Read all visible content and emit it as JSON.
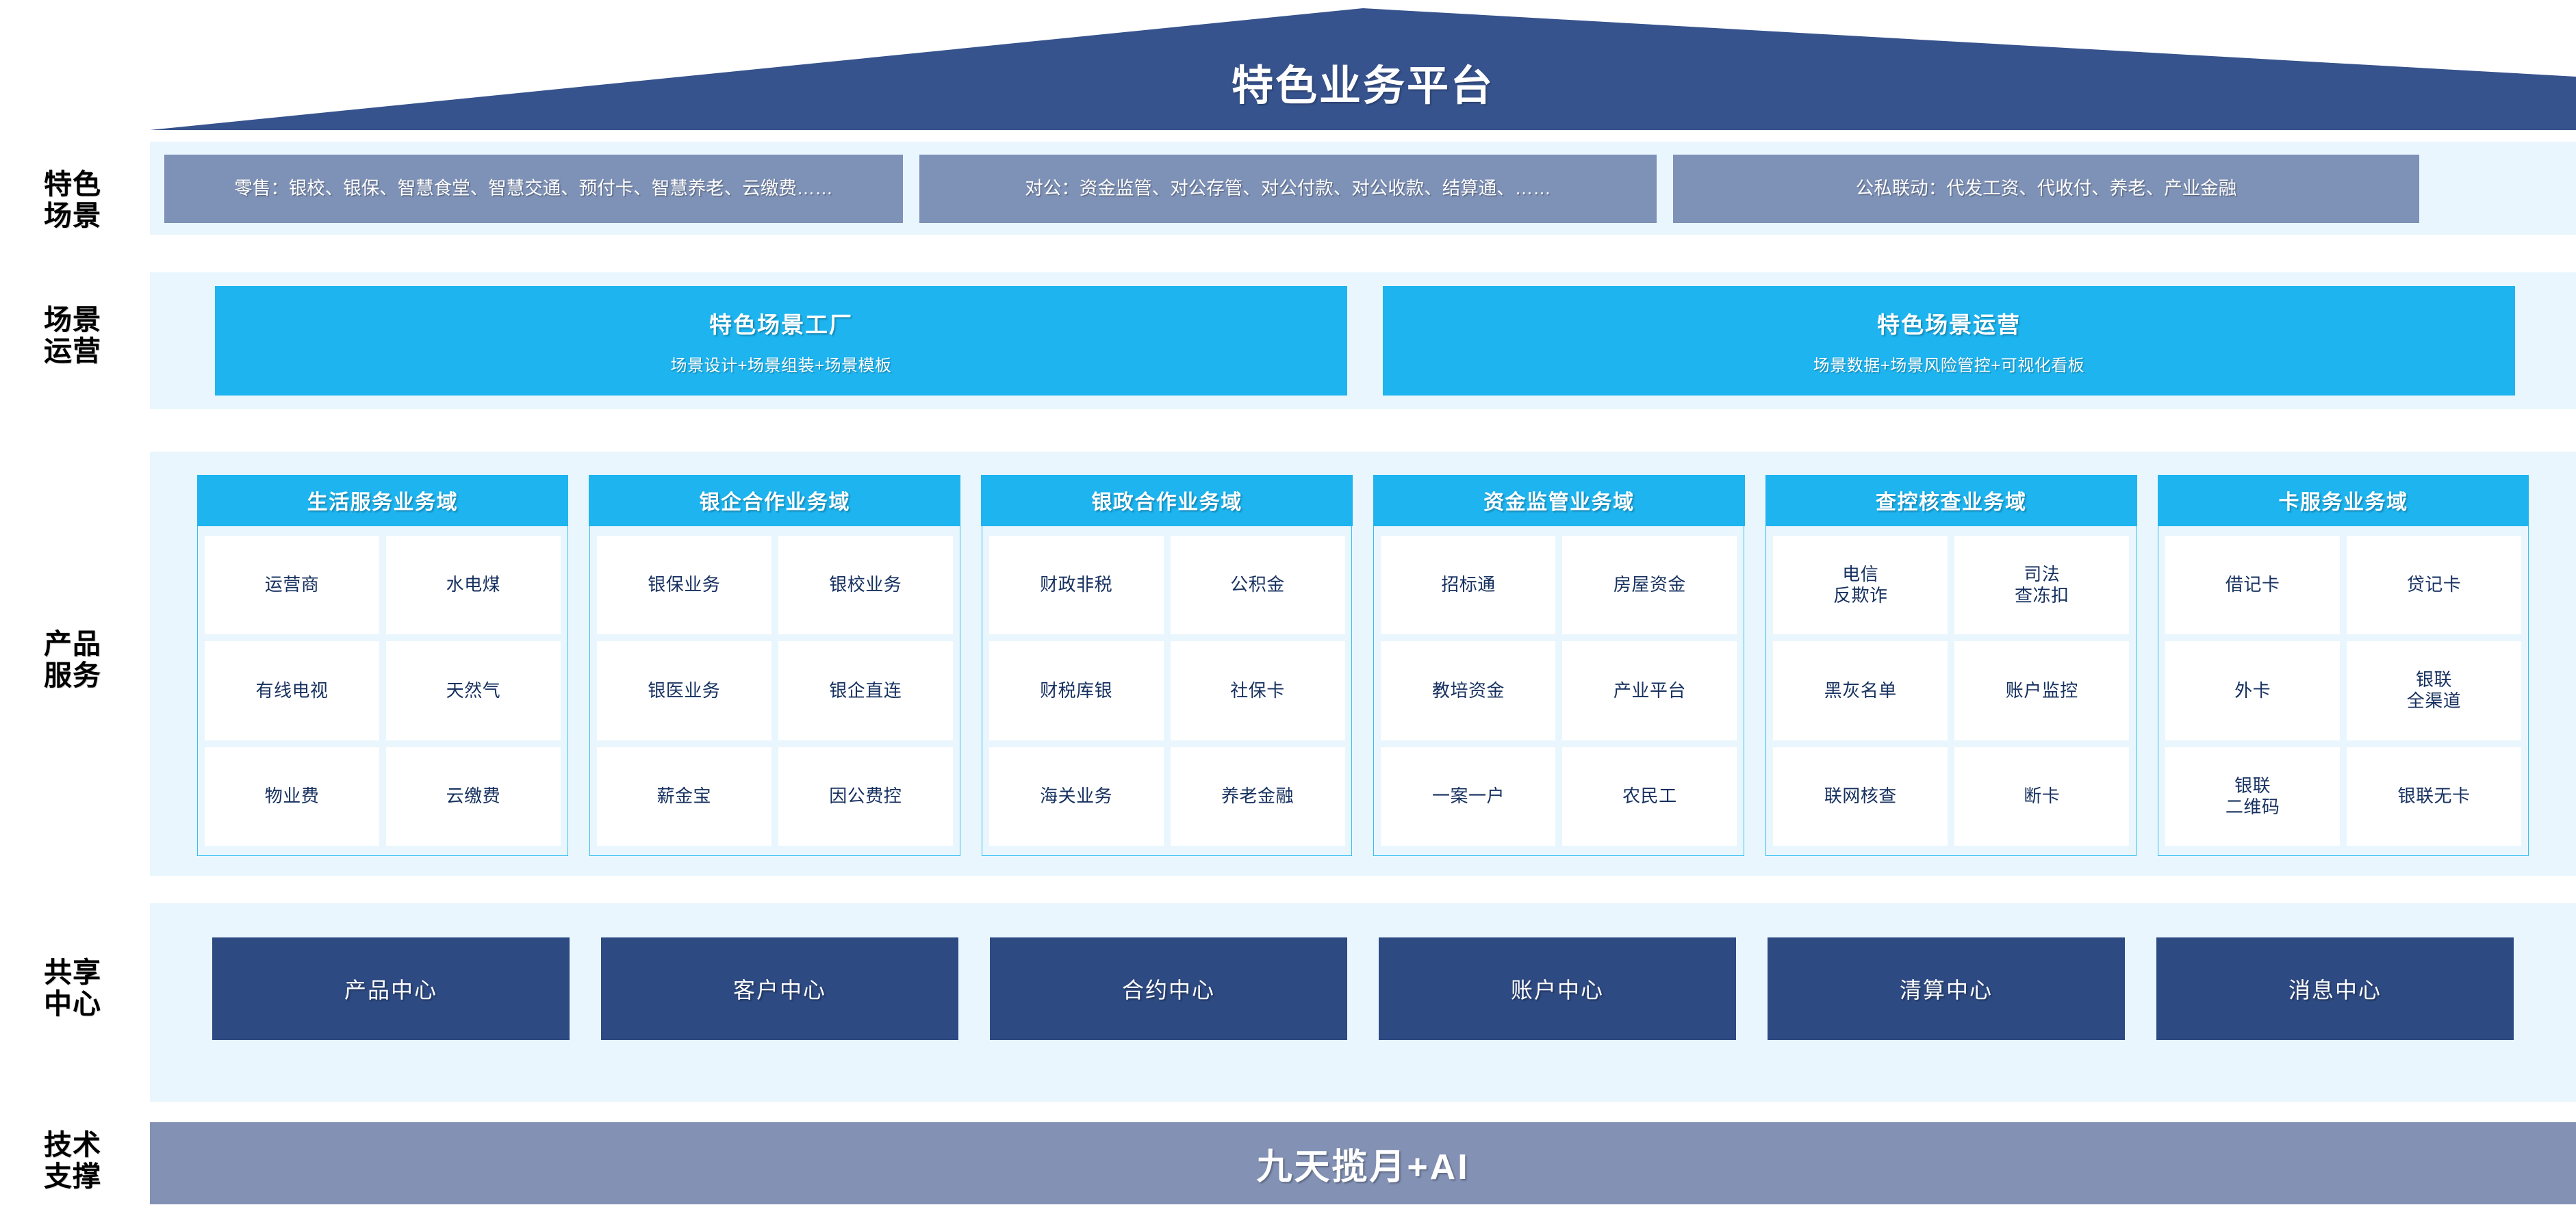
{
  "header": {
    "title": "特色业务平台",
    "banner_color": "#37538d"
  },
  "rails": {
    "scene": {
      "line1": "特色",
      "line2": "场景"
    },
    "operation": {
      "line1": "场景",
      "line2": "运营"
    },
    "product": {
      "line1": "产品",
      "line2": "服务"
    },
    "shared": {
      "line1": "共享",
      "line2": "中心"
    },
    "tech": {
      "line1": "技术",
      "line2": "支撑"
    }
  },
  "scenes": {
    "boxes": [
      {
        "text": "零售：银校、银保、智慧食堂、智慧交通、预付卡、智慧养老、云缴费……"
      },
      {
        "text": "对公：资金监管、对公存管、对公付款、对公收款、结算通、……"
      },
      {
        "text": "公私联动：代发工资、代收付、养老、产业金融"
      }
    ],
    "box_color": "#7e91b6"
  },
  "operations": {
    "boxes": [
      {
        "title": "特色场景工厂",
        "subtitle": "场景设计+场景组装+场景模板"
      },
      {
        "title": "特色场景运营",
        "subtitle": "场景数据+场景风险管控+可视化看板"
      }
    ],
    "box_color": "#1db4ef"
  },
  "product_domains": [
    {
      "title": "生活服务业务域",
      "cells": [
        [
          {
            "l1": "运营商",
            "l2": ""
          },
          {
            "l1": "水电煤",
            "l2": ""
          }
        ],
        [
          {
            "l1": "有线电视",
            "l2": ""
          },
          {
            "l1": "天然气",
            "l2": ""
          }
        ],
        [
          {
            "l1": "物业费",
            "l2": ""
          },
          {
            "l1": "云缴费",
            "l2": ""
          }
        ]
      ]
    },
    {
      "title": "银企合作业务域",
      "cells": [
        [
          {
            "l1": "银保业务",
            "l2": ""
          },
          {
            "l1": "银校业务",
            "l2": ""
          }
        ],
        [
          {
            "l1": "银医业务",
            "l2": ""
          },
          {
            "l1": "银企直连",
            "l2": ""
          }
        ],
        [
          {
            "l1": "薪金宝",
            "l2": ""
          },
          {
            "l1": "因公费控",
            "l2": ""
          }
        ]
      ]
    },
    {
      "title": "银政合作业务域",
      "cells": [
        [
          {
            "l1": "财政非税",
            "l2": ""
          },
          {
            "l1": "公积金",
            "l2": ""
          }
        ],
        [
          {
            "l1": "财税库银",
            "l2": ""
          },
          {
            "l1": "社保卡",
            "l2": ""
          }
        ],
        [
          {
            "l1": "海关业务",
            "l2": ""
          },
          {
            "l1": "养老金融",
            "l2": ""
          }
        ]
      ]
    },
    {
      "title": "资金监管业务域",
      "cells": [
        [
          {
            "l1": "招标通",
            "l2": ""
          },
          {
            "l1": "房屋资金",
            "l2": ""
          }
        ],
        [
          {
            "l1": "教培资金",
            "l2": ""
          },
          {
            "l1": "产业平台",
            "l2": ""
          }
        ],
        [
          {
            "l1": "一案一户",
            "l2": ""
          },
          {
            "l1": "农民工",
            "l2": ""
          }
        ]
      ]
    },
    {
      "title": "查控核查业务域",
      "cells": [
        [
          {
            "l1": "电信",
            "l2": "反欺诈"
          },
          {
            "l1": "司法",
            "l2": "查冻扣"
          }
        ],
        [
          {
            "l1": "黑灰名单",
            "l2": ""
          },
          {
            "l1": "账户监控",
            "l2": ""
          }
        ],
        [
          {
            "l1": "联网核查",
            "l2": ""
          },
          {
            "l1": "断卡",
            "l2": ""
          }
        ]
      ]
    },
    {
      "title": "卡服务业务域",
      "cells": [
        [
          {
            "l1": "借记卡",
            "l2": ""
          },
          {
            "l1": "贷记卡",
            "l2": ""
          }
        ],
        [
          {
            "l1": "外卡",
            "l2": ""
          },
          {
            "l1": "银联",
            "l2": "全渠道"
          }
        ],
        [
          {
            "l1": "银联",
            "l2": "二维码"
          },
          {
            "l1": "银联无卡",
            "l2": ""
          }
        ]
      ]
    }
  ],
  "shared_centers": {
    "boxes": [
      {
        "label": "产品中心"
      },
      {
        "label": "客户中心"
      },
      {
        "label": "合约中心"
      },
      {
        "label": "账户中心"
      },
      {
        "label": "清算中心"
      },
      {
        "label": "消息中心"
      }
    ],
    "box_color": "#2e4a82"
  },
  "tech_support": {
    "label": "九天揽月+AI",
    "bar_color": "#8291b4"
  }
}
